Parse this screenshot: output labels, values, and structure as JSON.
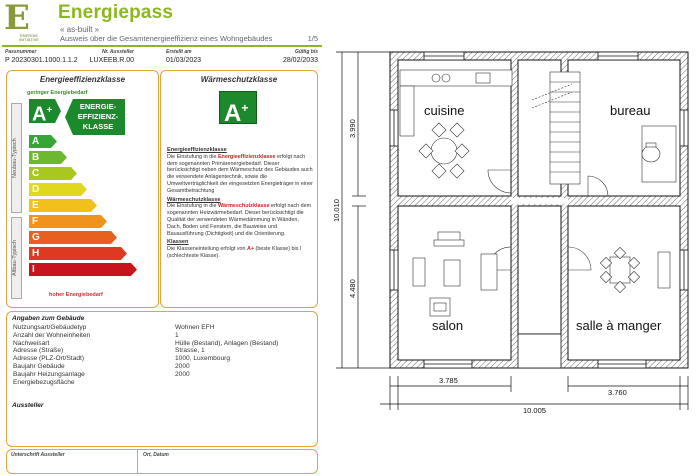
{
  "header": {
    "logo_letter": "E",
    "logo_small": "ENERGIE\nINITIATIVE",
    "title": "Energiepass",
    "subtitle": "« as-built »",
    "subline": "Ausweis über die Gesamtenergieeffizienz eines Wohngebäudes",
    "page": "1/5"
  },
  "pass_info": {
    "labels": {
      "number": "Passnummer",
      "issuer": "Nr. Aussteller",
      "created": "Erstellt am",
      "valid": "Gültig bis"
    },
    "values": {
      "number": "P 20230301.1000.1.1.2",
      "issuer": "LUXEEB.R.00",
      "created": "01/03/2023",
      "valid": "28/02/2033"
    }
  },
  "efficiency": {
    "title": "Energieeffizienzklasse",
    "side_new": "Neubau-Typisch",
    "side_old": "Altbau-Typisch",
    "low_label": "geringer Energiebedarf",
    "high_label": "hoher Energiebedarf",
    "classes": [
      {
        "letter": "A",
        "color": "#1c8a2c"
      },
      {
        "letter": "A",
        "color": "#34a536"
      },
      {
        "letter": "B",
        "color": "#6cb830"
      },
      {
        "letter": "C",
        "color": "#a8c820"
      },
      {
        "letter": "D",
        "color": "#e0d81c"
      },
      {
        "letter": "E",
        "color": "#f2c01a"
      },
      {
        "letter": "F",
        "color": "#f0921e"
      },
      {
        "letter": "G",
        "color": "#e8601e"
      },
      {
        "letter": "H",
        "color": "#de3a20"
      },
      {
        "letter": "I",
        "color": "#c8141c"
      }
    ],
    "plus": "+",
    "tag_lines": [
      "ENERGIE-",
      "EFFIZIENZ-",
      "KLASSE"
    ]
  },
  "insulation": {
    "title": "Wärmeschutzklasse",
    "badge_letter": "A",
    "badge_plus": "+",
    "sections": [
      {
        "heading": "Energieeffizienzklasse",
        "pre": "Die Einstufung in die ",
        "red": "Energieeffizienzklasse",
        "post": " erfolgt nach dem sogenannten Primärenergiebedarf. Dieser berücksichtigt neben dem Wärmeschutz des Gebäudes auch die verwendete Anlagentechnik, sowie die Umweltverträglichkeit der eingesetzten Energieträger in einer Gesamtbetrachtung"
      },
      {
        "heading": "Wärmeschutzklasse",
        "pre": "Die Einstufung in die ",
        "red": "Wärmeschutzklasse",
        "post": " erfolgt nach dem sogenannten Heizwärmebedarf. Dieser berücksichtigt die Qualität der verwendeten Wärmedämmung in Wänden, Dach, Boden und Fenstern, die Bauweise und Bauausführung (Dichtigkeit) und die Orientierung."
      },
      {
        "heading": "Klassen",
        "pre": "Die Klasseneinteilung erfolgt von ",
        "red": "A+",
        "post": " (beste Klasse) bis I (schlechteste Klasse)."
      }
    ]
  },
  "building": {
    "title": "Angaben zum Gebäude",
    "rows": [
      {
        "k": "Nutzungsart/Gebäudetyp",
        "v": "Wohnen EFH"
      },
      {
        "k": "Anzahl der Wohneinheiten",
        "v": "1"
      },
      {
        "k": "Nachweisart",
        "v": "Hülle (Bestand), Anlagen (Bestand)"
      },
      {
        "k": "Adresse (Straße)",
        "v": "Strasse, 1"
      },
      {
        "k": "Adresse (PLZ-Ort/Stadt)",
        "v": "1000, Luxembourg"
      },
      {
        "k": "Baujahr Gebäude",
        "v": "2000"
      },
      {
        "k": "Baujahr Heizungsanlage",
        "v": "2000"
      },
      {
        "k": "Energiebezugsfläche",
        "v": ""
      }
    ],
    "aussteller_title": "Aussteller"
  },
  "signature": {
    "left": "Unterschrift Aussteller",
    "right": "Ort, Datum"
  },
  "plan": {
    "rooms": {
      "cuisine": "cuisine",
      "bureau": "bureau",
      "salon": "salon",
      "salle": "salle à manger"
    },
    "dims": {
      "left_top": "3.990",
      "left_total": "10.010",
      "left_bottom": "4.480",
      "bottom_left": "3.785",
      "bottom_right": "3.760",
      "bottom_total": "10.005"
    }
  }
}
